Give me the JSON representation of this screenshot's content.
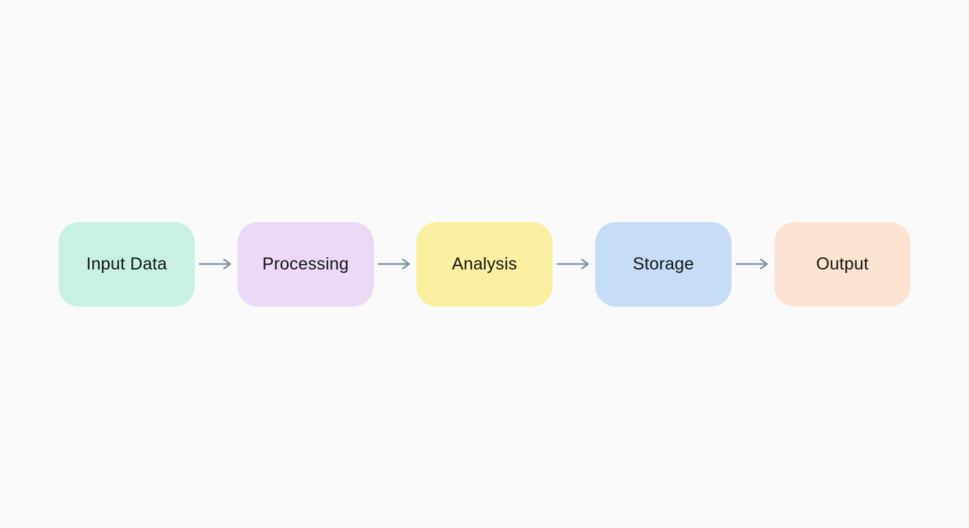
{
  "flowchart": {
    "background_color": "#fafafa",
    "text_color": "#141414",
    "connector_color": "#7e93a8",
    "nodes": [
      {
        "id": "input-data",
        "label": "Input Data",
        "color": "#c9f1e1"
      },
      {
        "id": "processing",
        "label": "Processing",
        "color": "#ecd9f6"
      },
      {
        "id": "analysis",
        "label": "Analysis",
        "color": "#f9f0a1"
      },
      {
        "id": "storage",
        "label": "Storage",
        "color": "#c7ddf6"
      },
      {
        "id": "output",
        "label": "Output",
        "color": "#fce4d2"
      }
    ],
    "connections": [
      {
        "from": "Input Data",
        "to": "Processing"
      },
      {
        "from": "Processing",
        "to": "Analysis"
      },
      {
        "from": "Analysis",
        "to": "Storage"
      },
      {
        "from": "Storage",
        "to": "Output"
      }
    ]
  }
}
